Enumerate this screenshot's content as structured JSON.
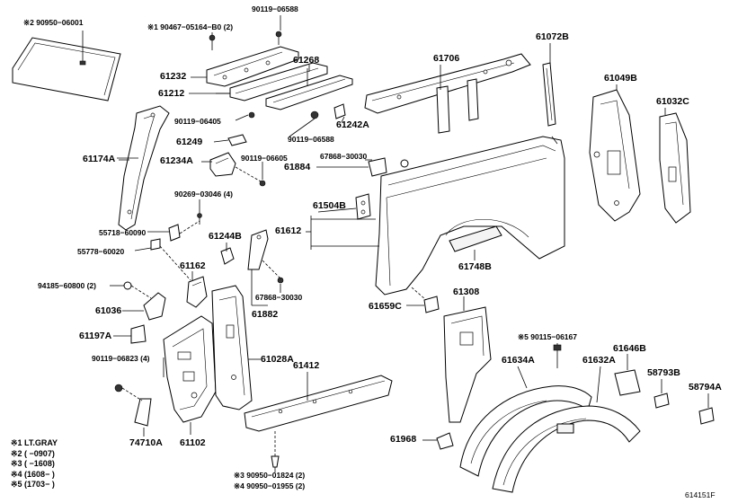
{
  "labels": {
    "p90950_06001": "※2 90950−06001",
    "p90467": "※1 90467−05164−B0 (2)",
    "p90119_06588a": "90119−06588",
    "p61232": "61232",
    "p61268": "61268",
    "p61212": "61212",
    "p90119_06405": "90119−06405",
    "p61242A": "61242A",
    "p90119_06588b": "90119−06588",
    "p61174A": "61174A",
    "p61249": "61249",
    "p61234A": "61234A",
    "p90119_06605": "90119−06605",
    "p67868_30030a": "67868−30030",
    "p61884": "61884",
    "p90269": "90269−03046 (4)",
    "p61504B": "61504B",
    "p55718": "55718−60090",
    "p61612": "61612",
    "p61244B": "61244B",
    "p55778": "55778−60020",
    "p61162": "61162",
    "p67868_30030b": "67868−30030",
    "p94185": "94185−60800 (2)",
    "p61036": "61036",
    "p61882": "61882",
    "p61197A": "61197A",
    "p90119_06823": "90119−06823 (4)",
    "p61028A": "61028A",
    "p61412": "61412",
    "p74710A": "74710A",
    "p61102": "61102",
    "p90950_01824": "※3 90950−01824 (2)",
    "p90950_01955": "※4 90950−01955 (2)",
    "p61706": "61706",
    "p61072B": "61072B",
    "p61049B": "61049B",
    "p61032C": "61032C",
    "p61748B": "61748B",
    "p61659C": "61659C",
    "p61308": "61308",
    "p90115": "※5 90115−06167",
    "p61646B": "61646B",
    "p61634A": "61634A",
    "p61632A": "61632A",
    "p58793B": "58793B",
    "p58794A": "58794A",
    "p61968": "61968"
  },
  "legend": [
    "※1 LT.GRAY",
    "※2 (      −0907)",
    "※3 (      −1608)",
    "※4 (1608−      )",
    "※5 (1703−      )"
  ],
  "figure_code": "614151F"
}
